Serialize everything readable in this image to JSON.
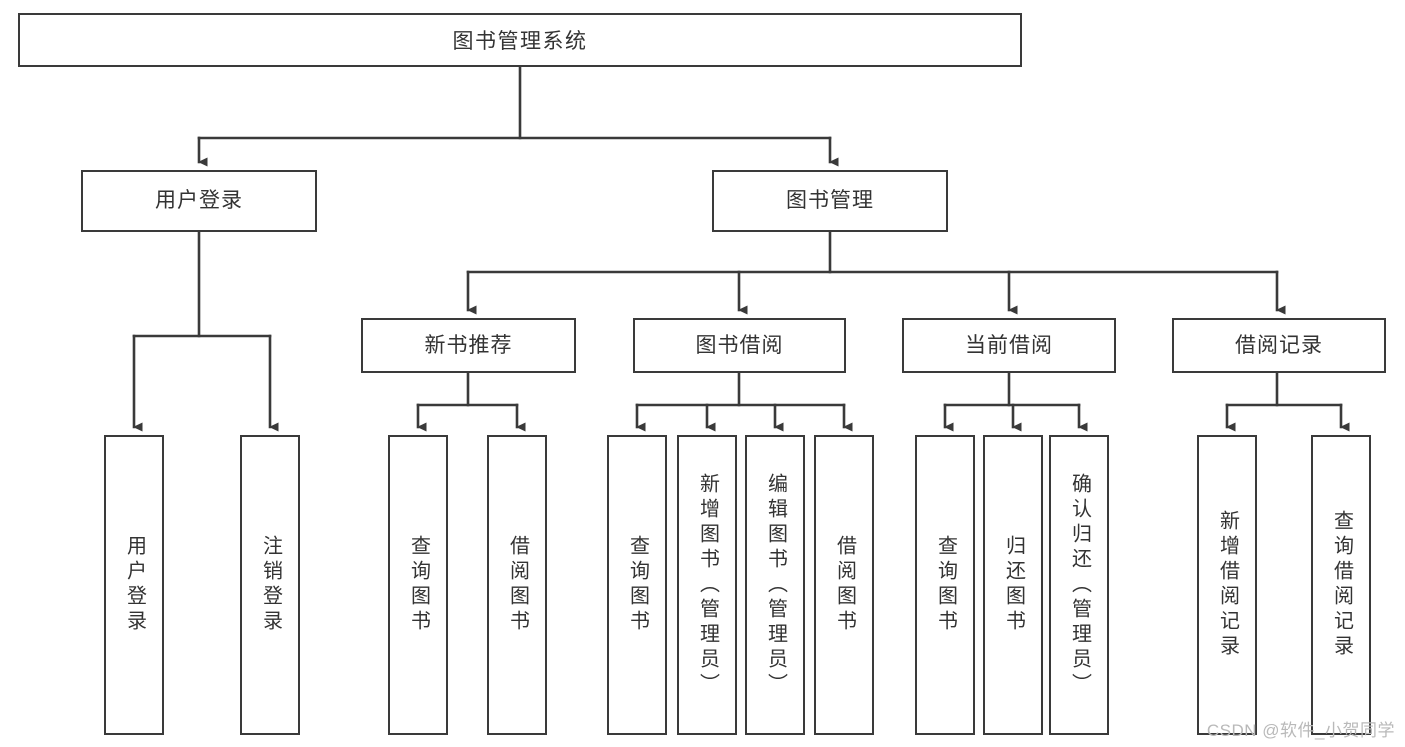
{
  "diagram": {
    "title": "图书管理系统",
    "type": "tree-hierarchy",
    "root": {
      "label": "图书管理系统"
    },
    "level2": [
      {
        "label": "用户登录"
      },
      {
        "label": "图书管理"
      }
    ],
    "level3": [
      {
        "label": "新书推荐"
      },
      {
        "label": "图书借阅"
      },
      {
        "label": "当前借阅"
      },
      {
        "label": "借阅记录"
      }
    ],
    "leaves": {
      "user_login": [
        {
          "label": "用户登录"
        },
        {
          "label": "注销登录"
        }
      ],
      "new_book_recommend": [
        {
          "label": "查询图书"
        },
        {
          "label": "借阅图书"
        }
      ],
      "book_borrow": [
        {
          "label": "查询图书"
        },
        {
          "label": "新增图书（管理员）"
        },
        {
          "label": "编辑图书（管理员）"
        },
        {
          "label": "借阅图书"
        }
      ],
      "current_borrow": [
        {
          "label": "查询图书"
        },
        {
          "label": "归还图书"
        },
        {
          "label": "确认归还（管理员）"
        }
      ],
      "borrow_record": [
        {
          "label": "新增借阅记录"
        },
        {
          "label": "查询借阅记录"
        }
      ]
    }
  },
  "watermark": {
    "text": "CSDN @软件_小贺同学"
  },
  "colors": {
    "stroke": "#3a3a3a",
    "text": "#333333",
    "background": "#ffffff",
    "watermark": "#b9b9b9"
  }
}
